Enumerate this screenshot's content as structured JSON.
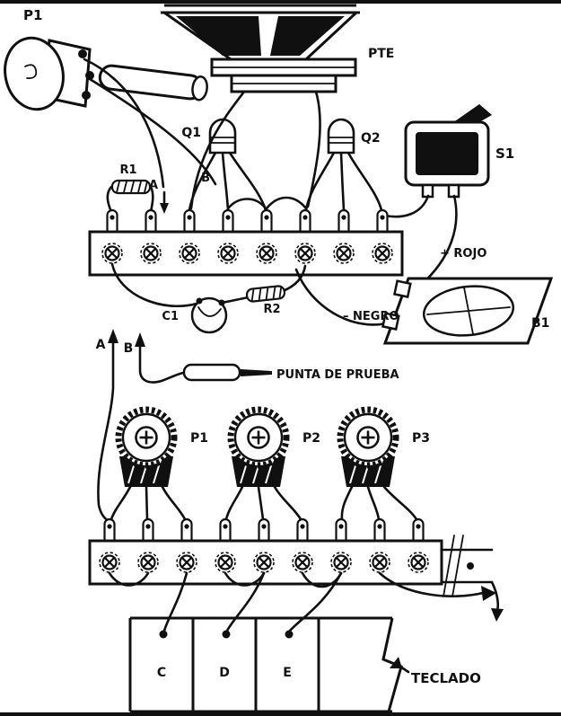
{
  "labels": {
    "p1_top": "P1",
    "pte": "PTE",
    "q1": "Q1",
    "q2": "Q2",
    "s1": "S1",
    "r1": "R1",
    "a_top": "A",
    "b_top": "B",
    "c1": "C1",
    "r2": "R2",
    "rojo": "+ ROJO",
    "negro": "– NEGRO",
    "b1": "B1",
    "a_mid": "A",
    "b_mid": "B",
    "punta": "PUNTA DE PRUEBA",
    "pot1": "P1",
    "pot2": "P2",
    "pot3": "P3",
    "key_c": "C",
    "key_d": "D",
    "key_e": "E",
    "teclado": "TECLADO"
  },
  "colors": {
    "ink": "#101010",
    "paper": "#ffffff"
  }
}
